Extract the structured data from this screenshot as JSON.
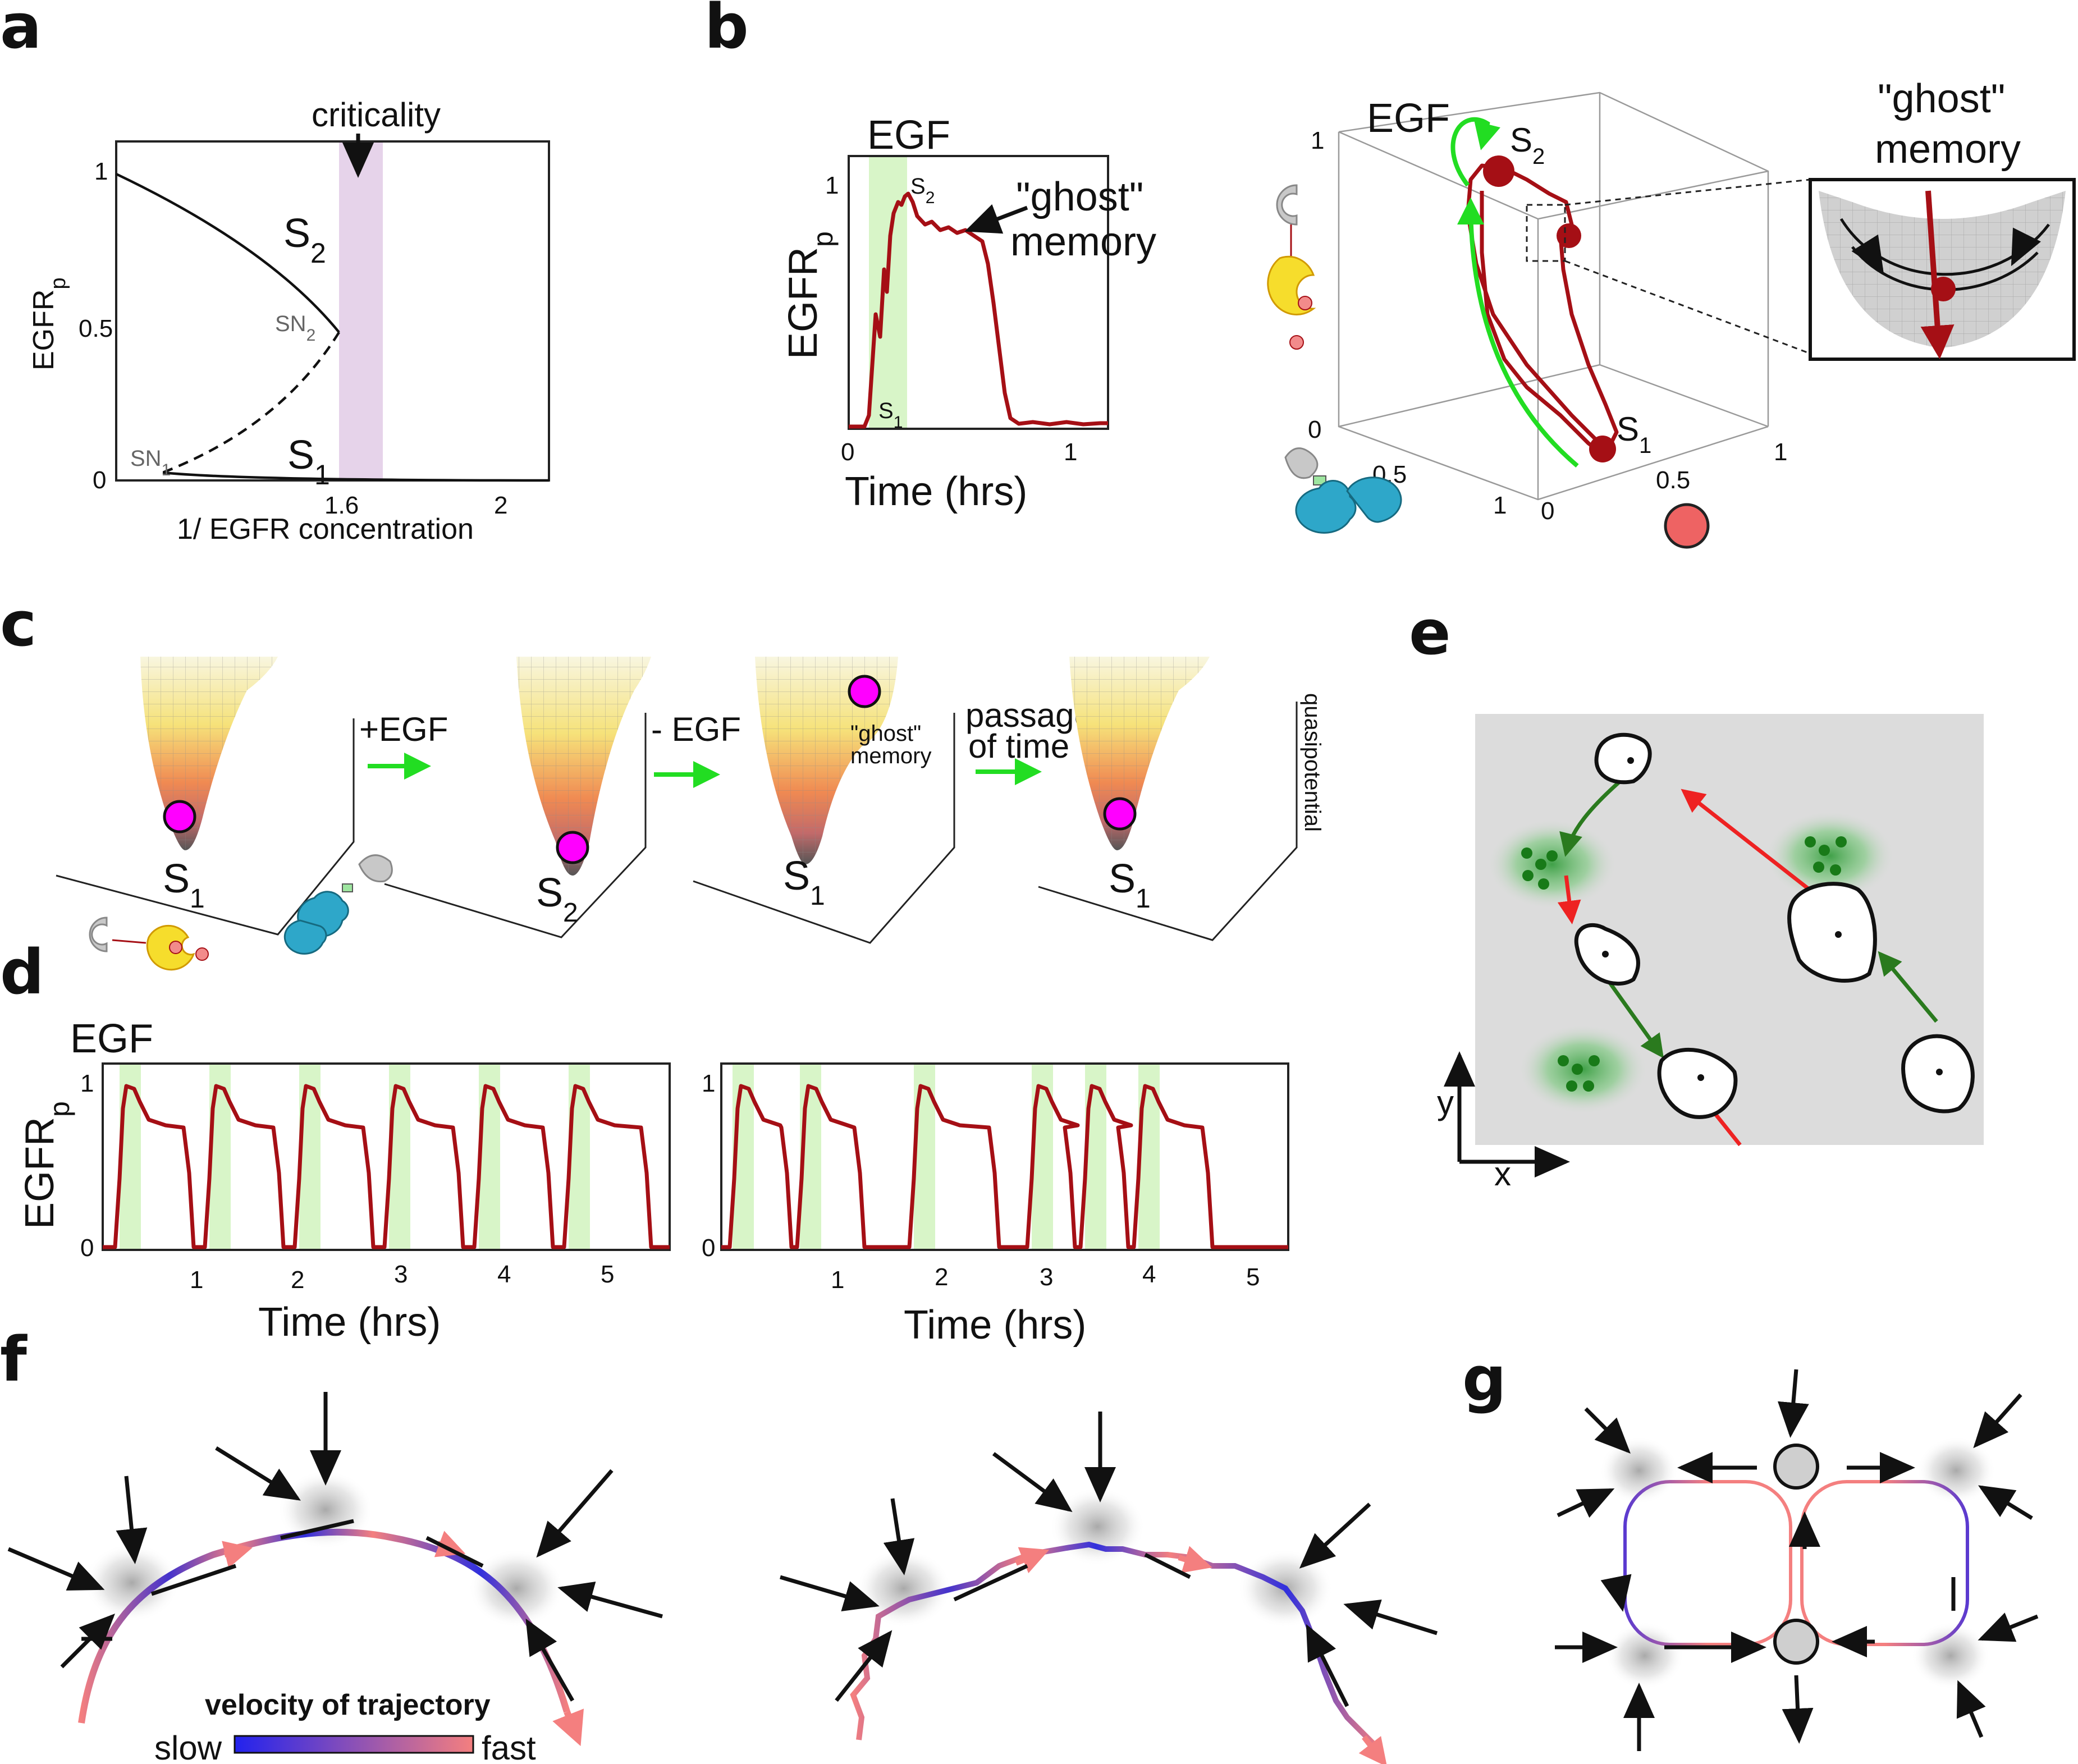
{
  "panels": {
    "a": "a",
    "b": "b",
    "c": "c",
    "d": "d",
    "e": "e",
    "f": "f",
    "g": "g"
  },
  "a": {
    "ylabel": "EGFRp",
    "ylabel_main": "EGFR",
    "ylabel_sub": "p",
    "xlabel": "1/ EGFR concentration",
    "criticality": "criticality",
    "yticks": [
      "1",
      "0.5",
      "0"
    ],
    "xticks": [
      "1.6",
      "2"
    ],
    "s2": "S",
    "s2_sub": "2",
    "s1": "S",
    "s1_sub": "1",
    "sn1": "SN",
    "sn1_sub": "1",
    "sn2": "SN",
    "sn2_sub": "2",
    "band_color": "#e6d3ea"
  },
  "b": {
    "egf": "EGF",
    "ylabel_main": "EGFR",
    "ylabel_sub": "p",
    "xlabel": "Time (hrs)",
    "yticks": [
      "1"
    ],
    "xticks": [
      "0",
      "1"
    ],
    "ghost_line1": "\"ghost\"",
    "ghost_line2": "memory",
    "s2": "S",
    "s2_sub": "2",
    "s1": "S",
    "s1_sub": "1",
    "cube_egf": "EGF",
    "cube_ticks": {
      "z1": "1",
      "z0": "0",
      "x05": "0.5",
      "x1": "1",
      "y0": "0",
      "y05": "0.5",
      "y1": "1"
    },
    "inset_title1": "\"ghost\"",
    "inset_title2": "memory",
    "trace_color": "#a50f15"
  },
  "c": {
    "steps": [
      "+EGF",
      "- EGF",
      "passage",
      "of time"
    ],
    "states": [
      "S",
      "S",
      "S",
      "S"
    ],
    "state_subs": [
      "1",
      "2",
      "1",
      "1"
    ],
    "ghost_small1": "\"ghost\"",
    "ghost_small2": "memory",
    "quasipotential": "quasipotential",
    "ball_color": "#ff00ff"
  },
  "d": {
    "egf": "EGF",
    "ylabel_main": "EGFR",
    "ylabel_sub": "p",
    "xlabel_left": "Time (hrs)",
    "xlabel_right": "Time (hrs)",
    "yticks": [
      "1",
      "0"
    ],
    "xticks": [
      "1",
      "2",
      "3",
      "4",
      "5"
    ]
  },
  "e": {
    "ylabel": "y",
    "xlabel": "x"
  },
  "f": {
    "legend_title": "velocity of trajectory",
    "slow": "slow",
    "fast": "fast",
    "slow_color": "#2222ee",
    "fast_color": "#f47f7f"
  },
  "g": {}
}
